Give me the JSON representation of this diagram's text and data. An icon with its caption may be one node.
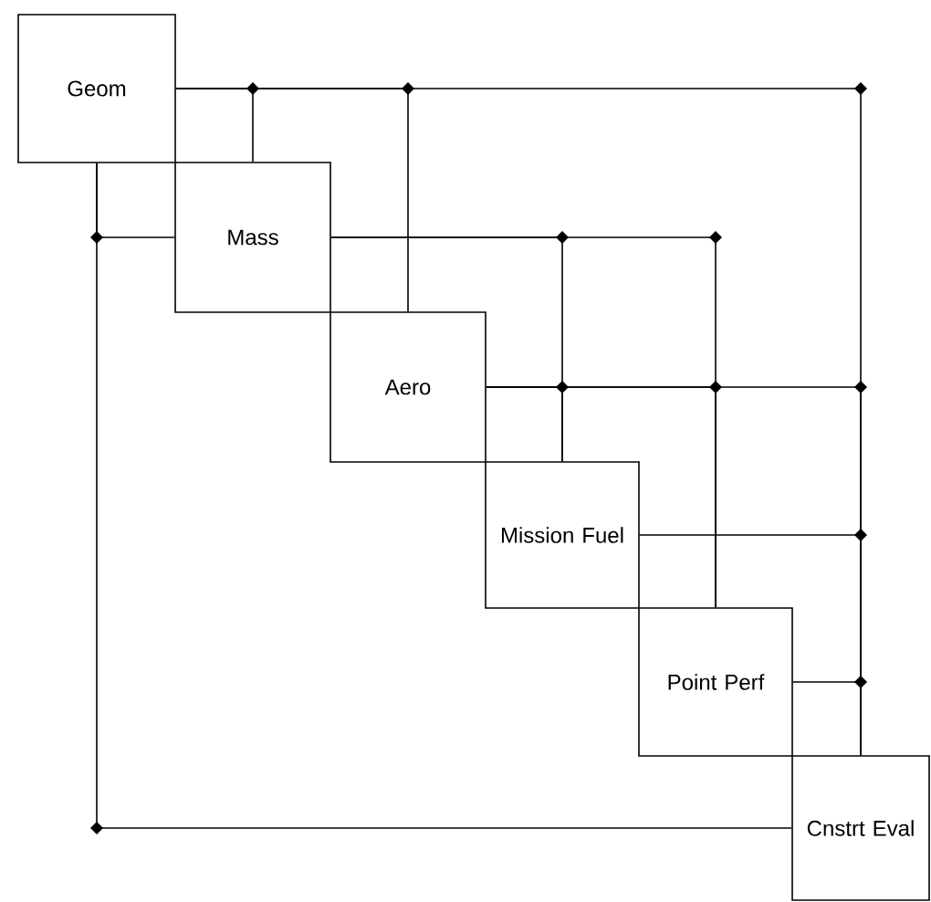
{
  "diagram": {
    "nodes": [
      {
        "text": [
          "Geom"
        ]
      },
      {
        "text": [
          "Mass"
        ]
      },
      {
        "text": [
          "Aero"
        ]
      },
      {
        "text": [
          "Mission Fuel"
        ]
      },
      {
        "text": [
          "Point Perf"
        ]
      },
      {
        "text": [
          "Cnstrt Eval"
        ]
      }
    ],
    "edges": [
      {
        "from": 0,
        "to": 1,
        "arrow": "none"
      },
      {
        "from": 0,
        "to": 2,
        "arrow": "none"
      },
      {
        "from": 0,
        "to": 5,
        "arrow": "none"
      },
      {
        "from": 1,
        "to": 0,
        "arrow": "none"
      },
      {
        "from": 1,
        "to": 3,
        "arrow": "none"
      },
      {
        "from": 1,
        "to": 4,
        "arrow": "none"
      },
      {
        "from": 2,
        "to": 3,
        "arrow": "none"
      },
      {
        "from": 2,
        "to": 4,
        "arrow": "none"
      },
      {
        "from": 2,
        "to": 5,
        "arrow": "none"
      },
      {
        "from": 3,
        "to": 5,
        "arrow": "none"
      },
      {
        "from": 4,
        "to": 5,
        "arrow": "none"
      },
      {
        "from": 5,
        "to": 0,
        "arrow": "none"
      }
    ]
  }
}
